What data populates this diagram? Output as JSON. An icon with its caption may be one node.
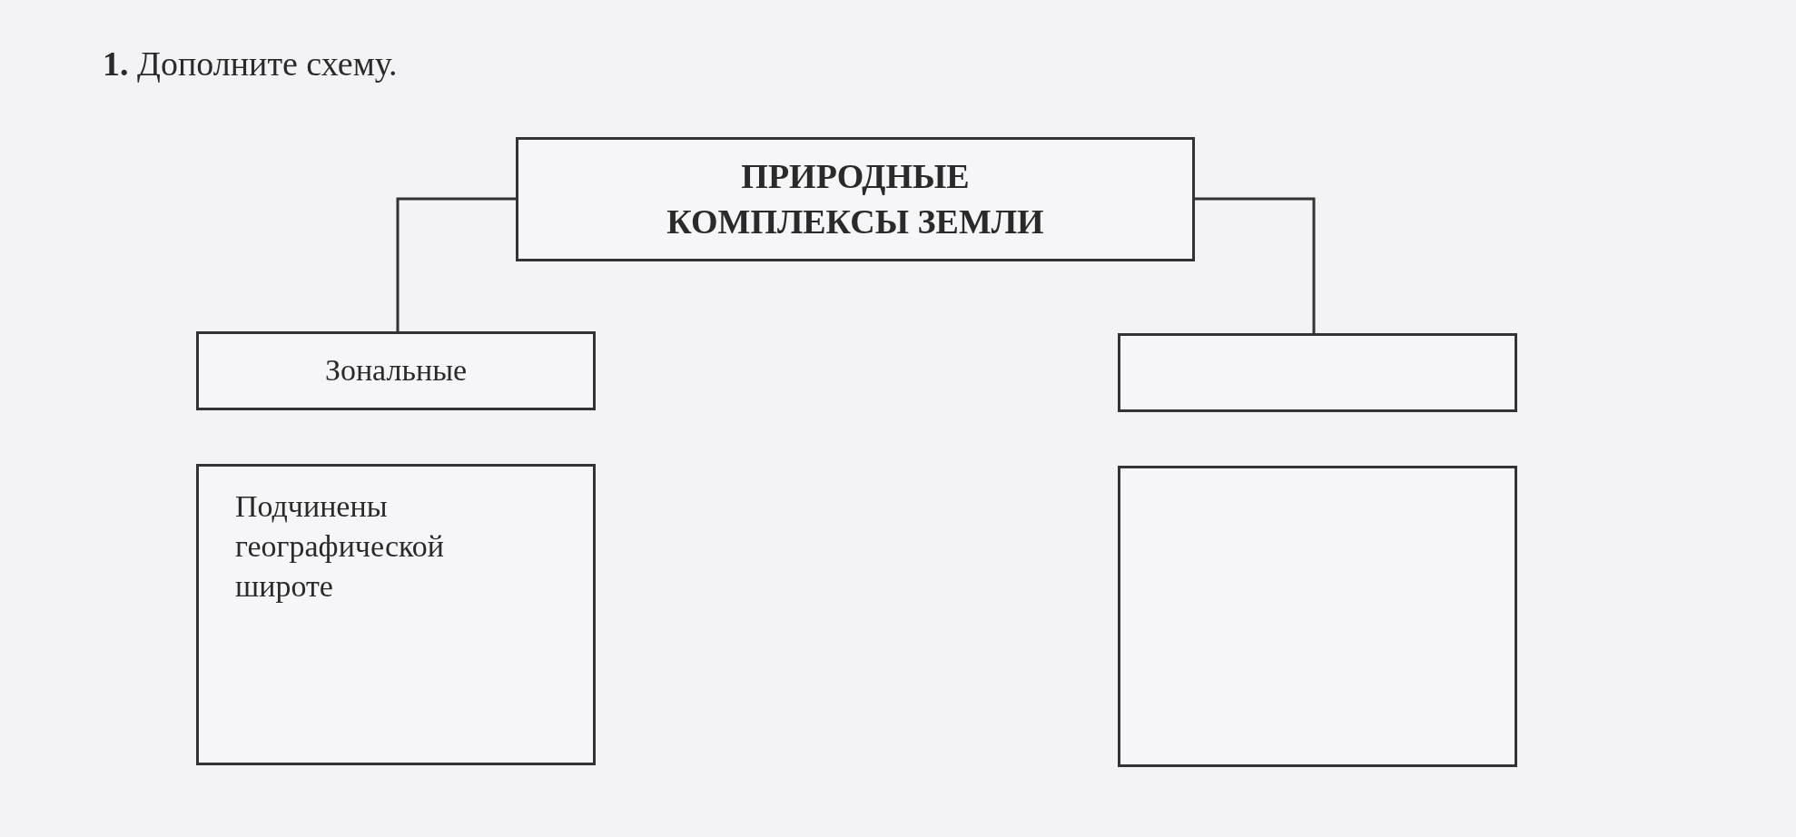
{
  "diagram": {
    "title": "**1.** Дополните схему.",
    "nodes": [
      {
        "text": [
          "ПРИРОДНЫЕ КОМПЛЕКСЫ ЗЕМЛИ"
        ]
      },
      {
        "text": [
          "Зональные"
        ]
      },
      {
        "text": [],
        "shape": "box"
      },
      {
        "text": [
          "Подчинены географической широте"
        ]
      },
      {
        "text": [],
        "shape": "box"
      }
    ],
    "edges": [
      {
        "from": 0,
        "to": 1,
        "arrow": "none"
      },
      {
        "from": 0,
        "to": 2,
        "arrow": "none"
      }
    ]
  }
}
